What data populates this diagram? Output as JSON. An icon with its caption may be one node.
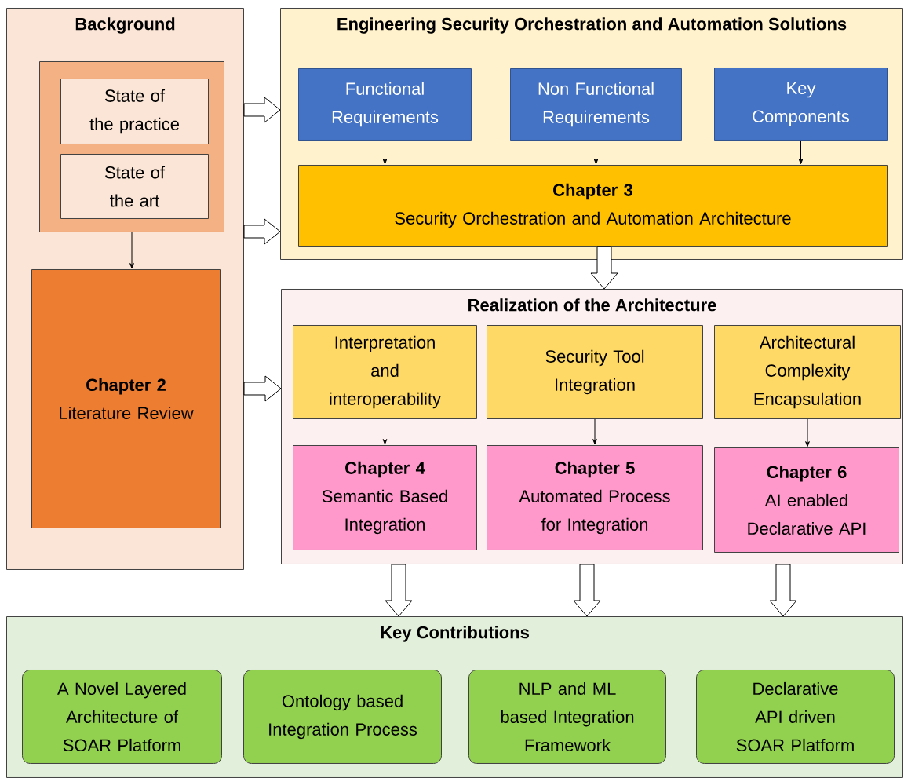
{
  "diagram": {
    "nodes": [
      {
        "text": [
          "Background"
        ]
      },
      {
        "text": [],
        "shape": "box",
        "in": 0
      },
      {
        "text": [
          "State of the practice"
        ],
        "in": 1
      },
      {
        "text": [
          "State of the art"
        ],
        "in": 1
      },
      {
        "text": [
          "Chapter 2",
          "Literature Review"
        ],
        "in": 0
      },
      {
        "text": [
          "Engineering Security Orchestration and Automation Solutions"
        ]
      },
      {
        "text": [
          "Functional Requirements"
        ],
        "in": 5
      },
      {
        "text": [
          "Non Functional Requirements"
        ],
        "in": 5
      },
      {
        "text": [
          "Key Components"
        ],
        "in": 5
      },
      {
        "text": [
          "Chapter 3",
          "Security Orchestration and Automation Architecture"
        ],
        "in": 5
      },
      {
        "text": [
          "Realization of the Architecture"
        ]
      },
      {
        "text": [
          "Interpretation and interoperability"
        ],
        "in": 10
      },
      {
        "text": [
          "Security Tool Integration"
        ],
        "in": 10
      },
      {
        "text": [
          "Architectural Complexity Encapsulation"
        ],
        "in": 10
      },
      {
        "text": [
          "Chapter 4",
          "Semantic Based Integration"
        ],
        "in": 10
      },
      {
        "text": [
          "Chapter 5",
          "Automated Process for Integration"
        ],
        "in": 10
      },
      {
        "text": [
          "Chapter 6",
          "AI enabled Declarative API"
        ],
        "in": 10
      },
      {
        "text": [
          "Key Contributions"
        ]
      },
      {
        "text": [
          "A Novel Layered Architecture of SOAR Platform"
        ],
        "in": 17
      },
      {
        "text": [
          "Ontology based Integration Process"
        ],
        "in": 17
      },
      {
        "text": [
          "NLP and ML based Integration Framework"
        ],
        "in": 17
      },
      {
        "text": [
          "Declarative API driven SOAR Platform"
        ],
        "in": 17
      }
    ],
    "edges": [
      {
        "from": 1,
        "to": 4,
        "arrow": "to"
      },
      {
        "from": 6,
        "to": 9,
        "arrow": "to"
      },
      {
        "from": 7,
        "to": 9,
        "arrow": "to"
      },
      {
        "from": 8,
        "to": 9,
        "arrow": "to"
      },
      {
        "from": 11,
        "to": 14,
        "arrow": "to"
      },
      {
        "from": 12,
        "to": 15,
        "arrow": "to"
      },
      {
        "from": 13,
        "to": 16,
        "arrow": "to"
      },
      {
        "from": 0,
        "to": 5,
        "arrow": "to",
        "style": "thick"
      },
      {
        "from": 0,
        "to": 5,
        "arrow": "to",
        "style": "thick"
      },
      {
        "from": 0,
        "to": 10,
        "arrow": "to",
        "style": "thick"
      },
      {
        "from": 9,
        "to": 10,
        "arrow": "to",
        "style": "thick"
      },
      {
        "from": 10,
        "to": 17,
        "arrow": "to",
        "style": "thick"
      },
      {
        "from": 10,
        "to": 17,
        "arrow": "to",
        "style": "thick"
      },
      {
        "from": 10,
        "to": 17,
        "arrow": "to",
        "style": "thick"
      }
    ]
  }
}
